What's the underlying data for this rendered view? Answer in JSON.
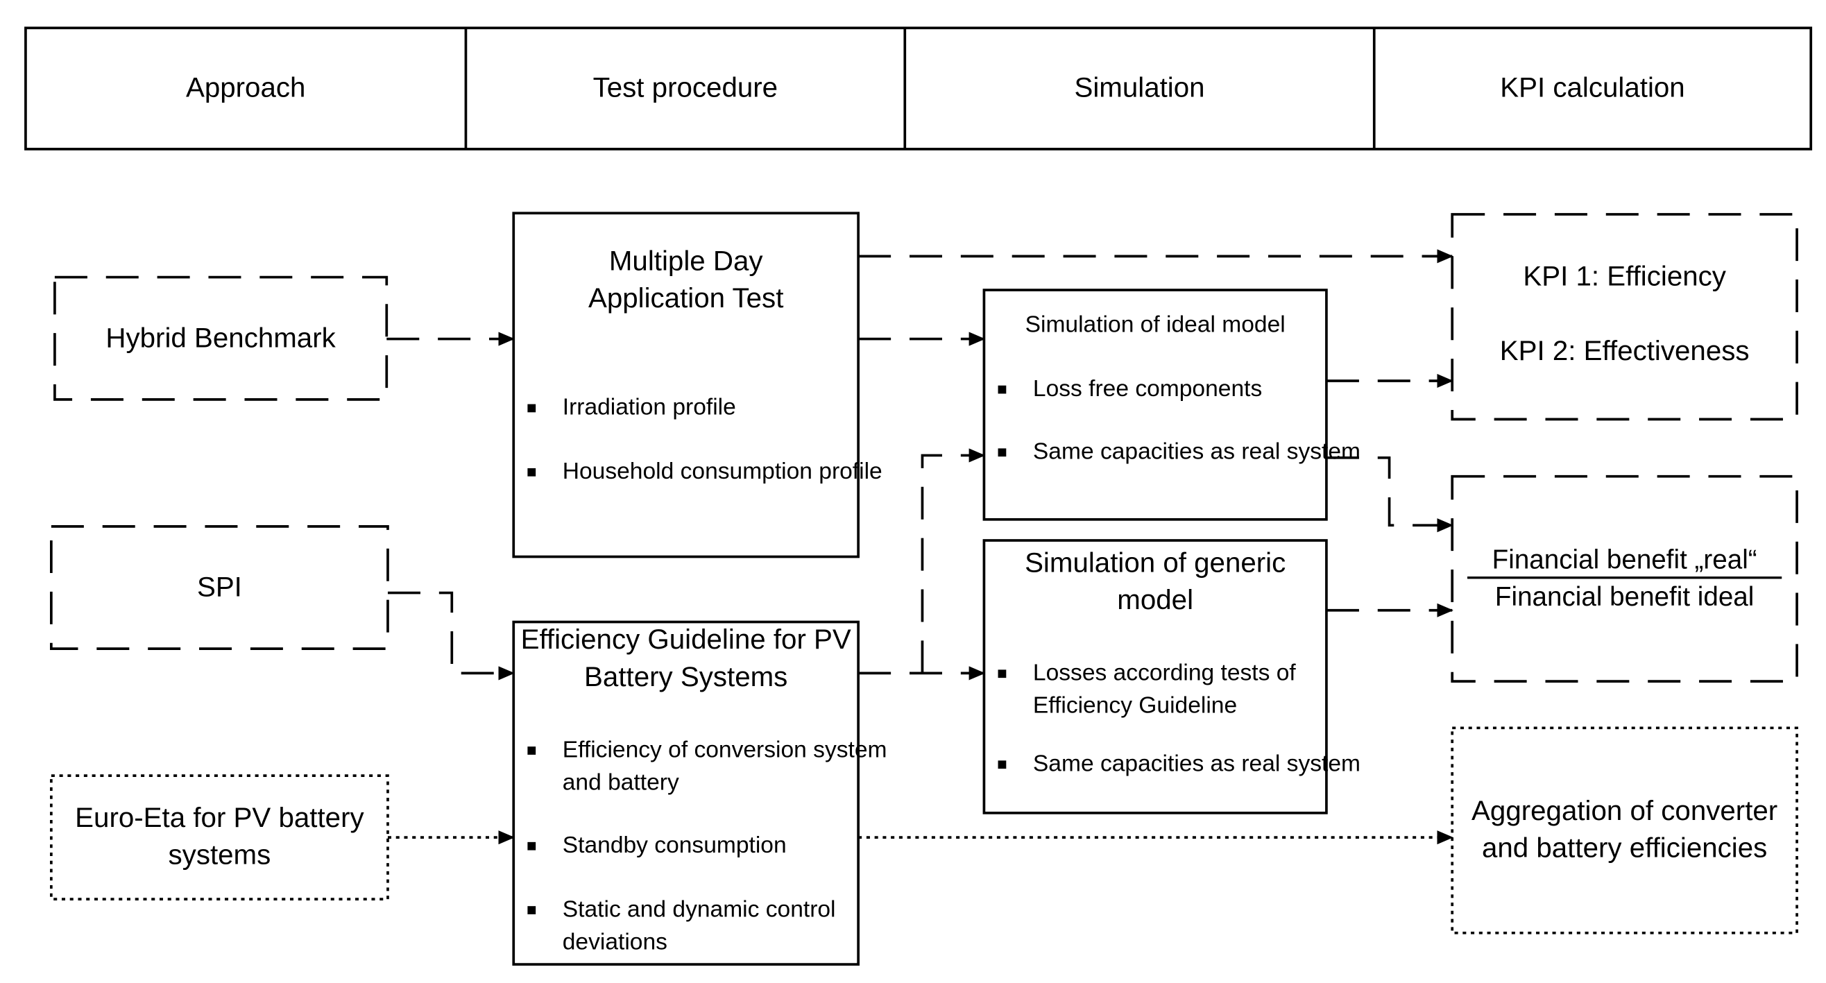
{
  "header": {
    "approach": "Approach",
    "test_procedure": "Test procedure",
    "simulation": "Simulation",
    "kpi_calculation": "KPI calculation"
  },
  "approach": {
    "hybrid_benchmark": "Hybrid Benchmark",
    "spi": "SPI",
    "euro_eta": "Euro-Eta for PV battery systems"
  },
  "test_procedure": {
    "multiple_day": {
      "title": "Multiple Day Application Test",
      "items": [
        "Irradiation profile",
        "Household consumption profile"
      ]
    },
    "efficiency_guideline": {
      "title": "Efficiency Guideline for PV Battery Systems",
      "items": [
        "Efficiency of conversion system and battery",
        "Standby consumption",
        "Static and dynamic control deviations"
      ]
    }
  },
  "simulation": {
    "ideal_model": {
      "title": "Simulation of ideal model",
      "items": [
        "Loss free components",
        "Same capacities as real system"
      ]
    },
    "generic_model": {
      "title": "Simulation of generic model",
      "items": [
        "Losses according tests of Efficiency Guideline",
        "Same capacities as real system"
      ]
    }
  },
  "kpi": {
    "kpi1": "KPI 1: Efficiency",
    "kpi2": "KPI 2: Effectiveness",
    "financial_numerator": "Financial benefit „real“",
    "financial_denominator": "Financial benefit ideal",
    "aggregation": "Aggregation of converter and battery efficiencies"
  },
  "colors": {
    "stroke": "#000000",
    "background": "#ffffff"
  }
}
